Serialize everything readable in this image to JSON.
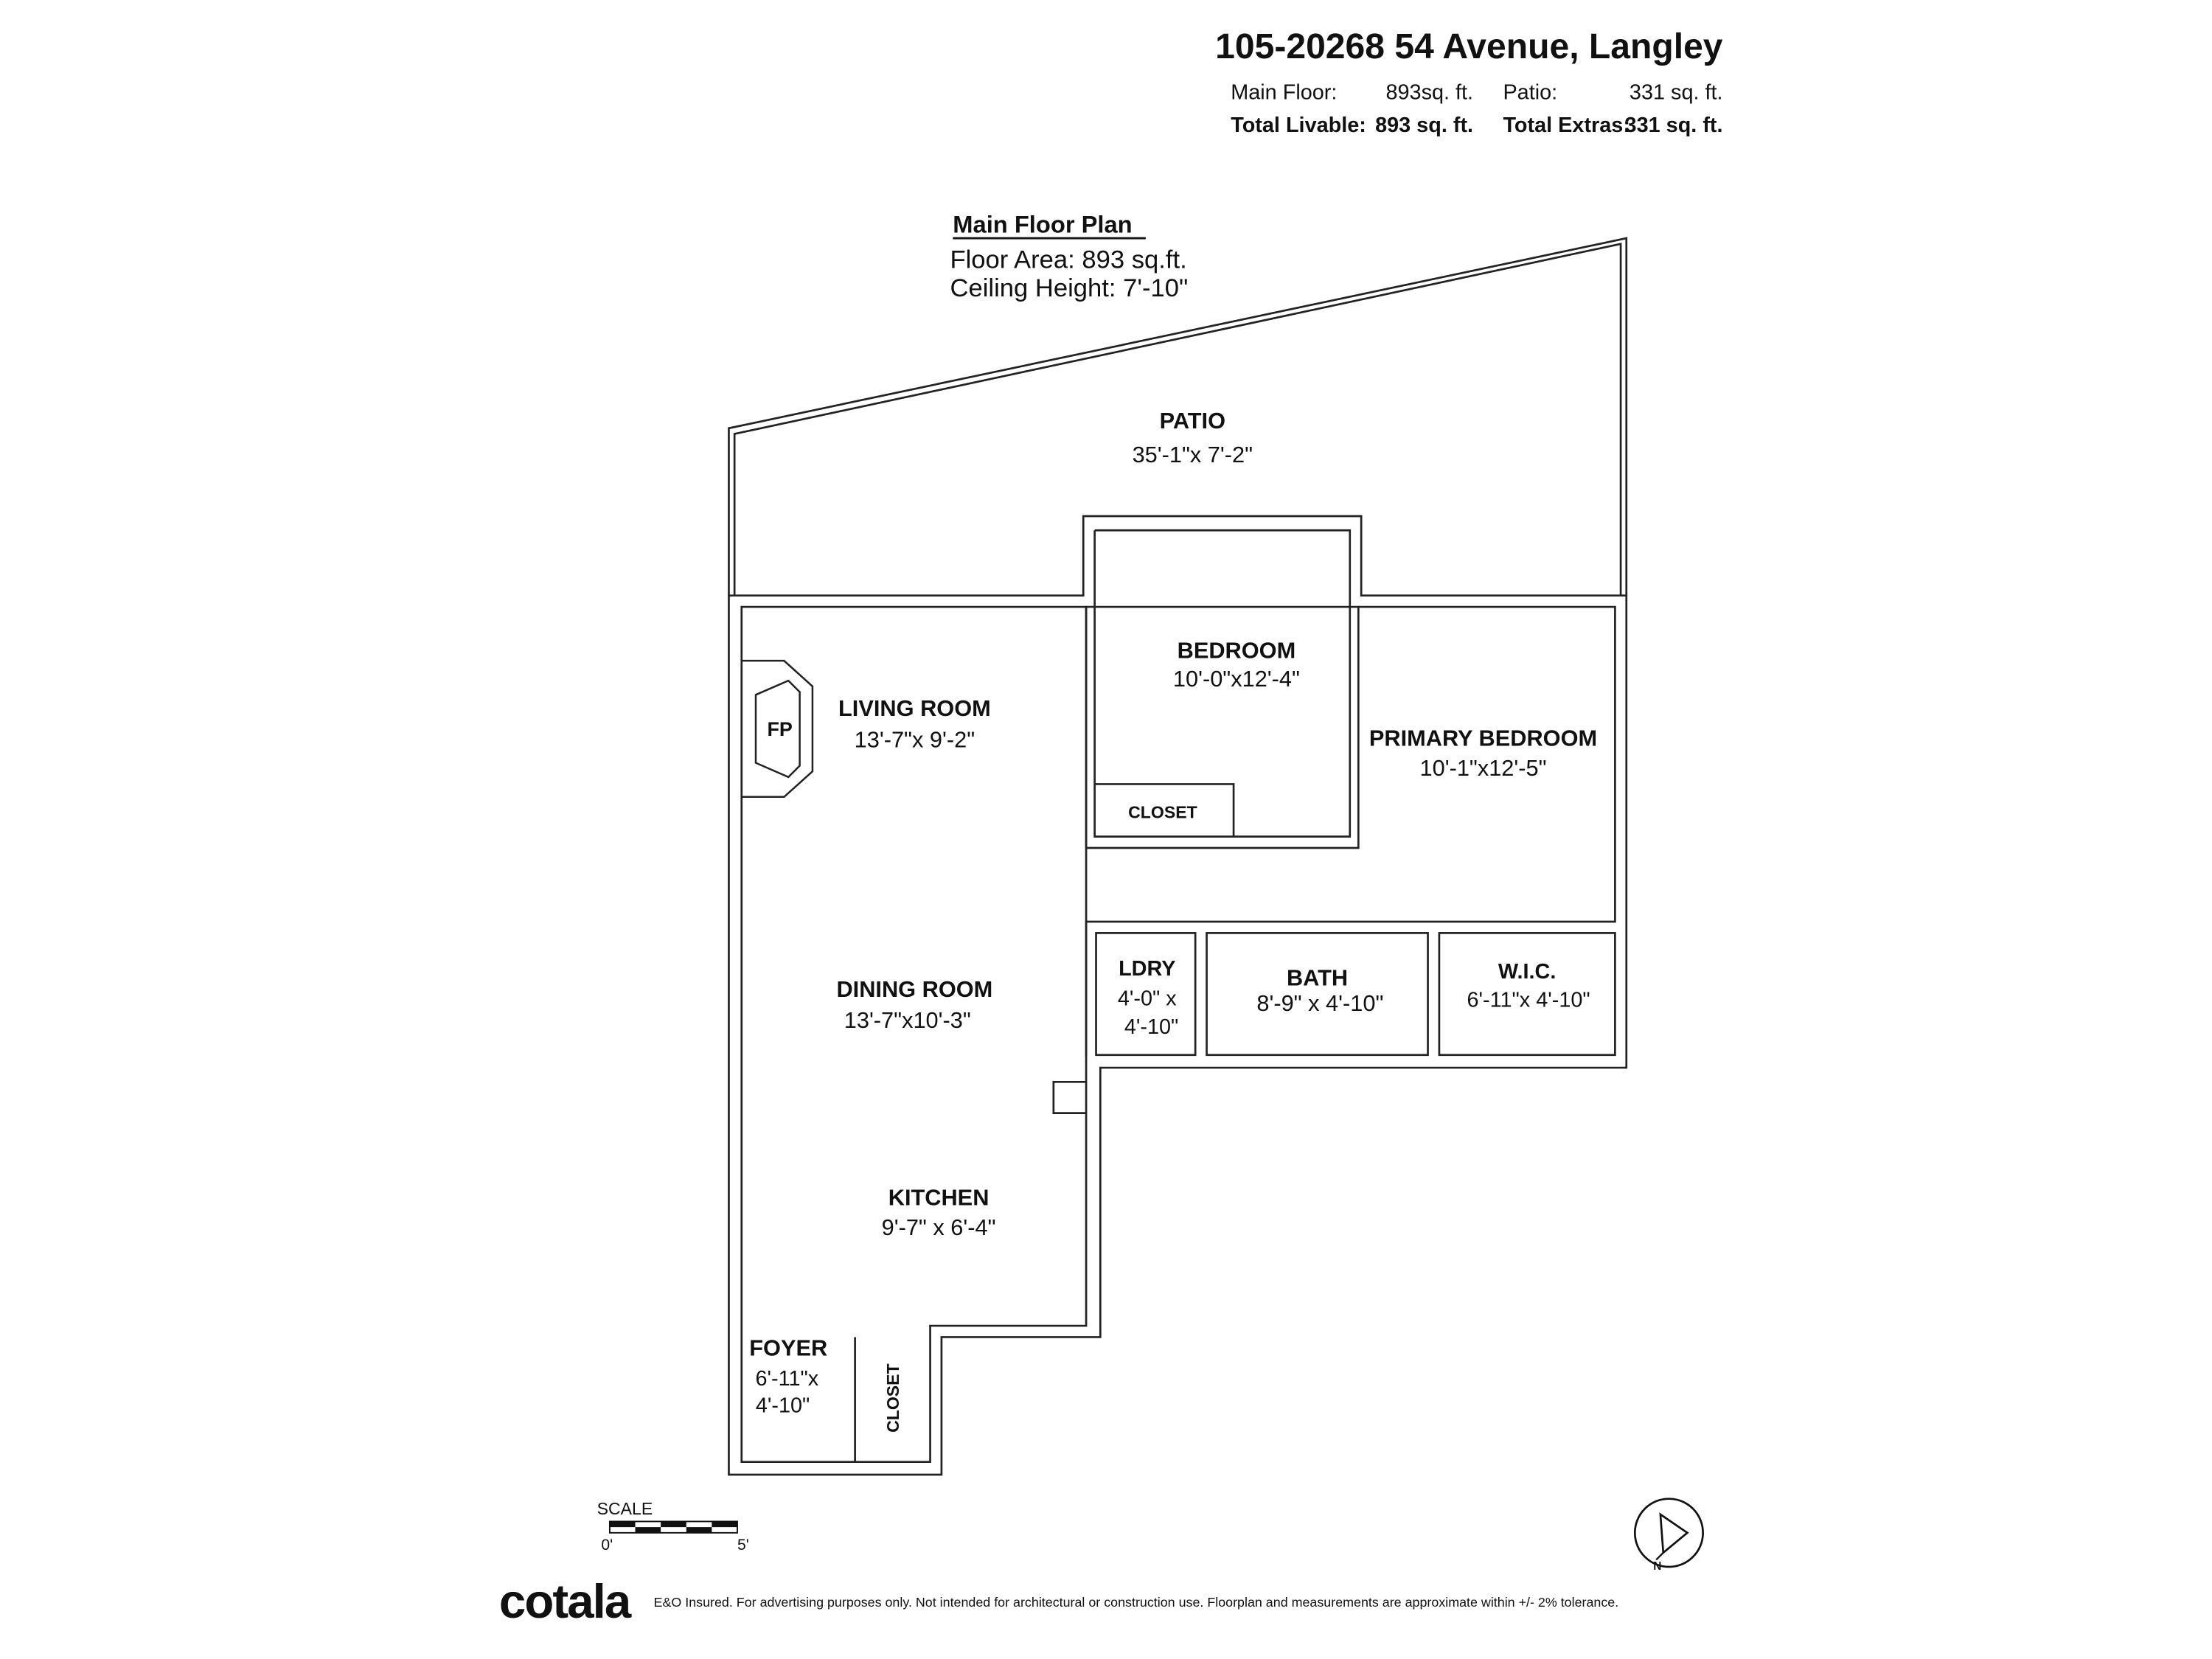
{
  "header": {
    "address": "105-20268 54 Avenue, Langley",
    "main_floor_label": "Main Floor:",
    "main_floor_value": "893sq. ft.",
    "patio_label": "Patio:",
    "patio_value": "331 sq. ft.",
    "total_livable_label": "Total Livable:",
    "total_livable_value": "893 sq. ft.",
    "total_extras_label": "Total Extras:",
    "total_extras_value": "331 sq. ft."
  },
  "plan_title": {
    "title": "Main Floor Plan",
    "floor_area": "Floor Area: 893 sq.ft.",
    "ceiling_height": "Ceiling Height: 7'-10\""
  },
  "rooms": {
    "patio": {
      "name": "PATIO",
      "dims": "35'-1\"x 7'-2\""
    },
    "bedroom": {
      "name": "BEDROOM",
      "dims": "10'-0\"x12'-4\""
    },
    "bedroom_closet": {
      "name": "CLOSET"
    },
    "living_room": {
      "name": "LIVING ROOM",
      "dims": "13'-7\"x 9'-2\""
    },
    "fireplace": {
      "name": "FP"
    },
    "primary_bedroom": {
      "name": "PRIMARY BEDROOM",
      "dims": "10'-1\"x12'-5\""
    },
    "dining_room": {
      "name": "DINING ROOM",
      "dims": "13'-7\"x10'-3\""
    },
    "laundry": {
      "name": "LDRY",
      "dims_line1": "4'-0\" x",
      "dims_line2": "4'-10\""
    },
    "bath": {
      "name": "BATH",
      "dims": "8'-9\" x 4'-10\""
    },
    "wic": {
      "name": "W.I.C.",
      "dims": "6'-11\"x 4'-10\""
    },
    "kitchen": {
      "name": "KITCHEN",
      "dims": "9'-7\" x 6'-4\""
    },
    "foyer": {
      "name": "FOYER",
      "dims_line1": "6'-11\"x",
      "dims_line2": "4'-10\""
    },
    "foyer_closet": {
      "name": "CLOSET"
    }
  },
  "scale": {
    "label": "SCALE",
    "start": "0'",
    "end": "5'"
  },
  "compass": {
    "north": "N"
  },
  "footer": {
    "brand": "cotala",
    "disclaimer": "E&O Insured. For advertising purposes only. Not intended for architectural or construction use. Floorplan and measurements are approximate within +/- 2% tolerance."
  }
}
